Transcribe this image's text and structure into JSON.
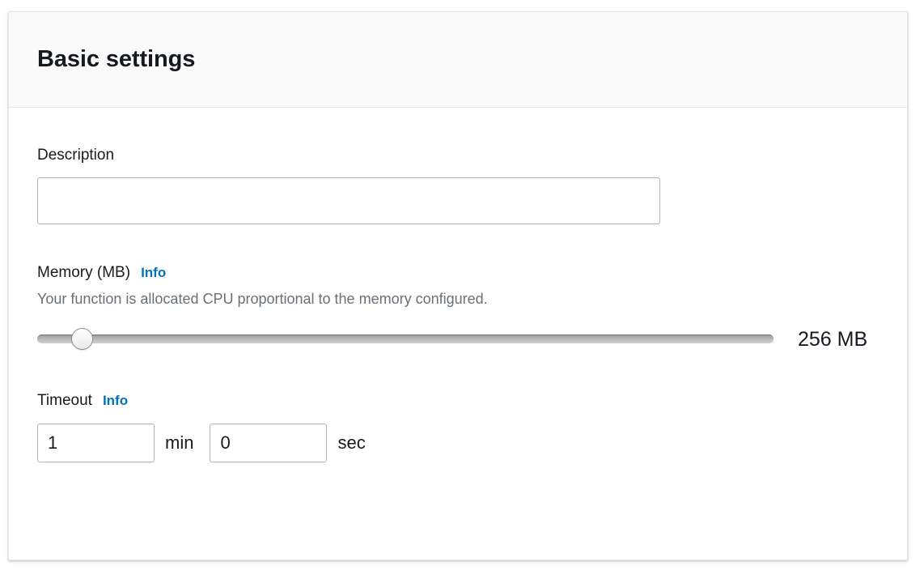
{
  "card": {
    "title": "Basic settings"
  },
  "description": {
    "label": "Description",
    "value": "",
    "placeholder": ""
  },
  "memory": {
    "label": "Memory (MB)",
    "info_label": "Info",
    "help_text": "Your function is allocated CPU proportional to the memory configured.",
    "value_display": "256 MB",
    "slider_percent": 6
  },
  "timeout": {
    "label": "Timeout",
    "info_label": "Info",
    "minutes_value": "1",
    "minutes_unit": "min",
    "seconds_value": "0",
    "seconds_unit": "sec"
  },
  "colors": {
    "link_blue": "#0073bb",
    "text_dark": "#16191f",
    "text_muted": "#687078",
    "border": "#aab7b8",
    "header_bg": "#fafafa"
  }
}
